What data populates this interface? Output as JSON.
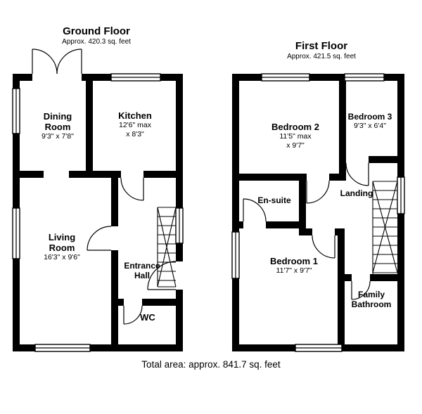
{
  "ground_floor": {
    "title": "Ground Floor",
    "area": "Approx. 420.3 sq. feet",
    "rooms": {
      "dining_room": {
        "lines": [
          "Dining",
          "Room"
        ],
        "dims": [
          "9'3\" x 7'8\""
        ]
      },
      "kitchen": {
        "lines": [
          "Kitchen"
        ],
        "dims": [
          "12'6\" max",
          "x 8'3\""
        ]
      },
      "living_room": {
        "lines": [
          "Living",
          "Room"
        ],
        "dims": [
          "16'3\" x 9'6\""
        ]
      },
      "entrance_hall": {
        "lines": [
          "Entrance",
          "Hall"
        ],
        "dims": []
      },
      "wc": {
        "lines": [
          "WC"
        ],
        "dims": []
      }
    }
  },
  "first_floor": {
    "title": "First Floor",
    "area": "Approx. 421.5 sq. feet",
    "rooms": {
      "bedroom_2": {
        "lines": [
          "Bedroom 2"
        ],
        "dims": [
          "11'5\" max",
          "x 9'7\""
        ]
      },
      "bedroom_3": {
        "lines": [
          "Bedroom 3"
        ],
        "dims": [
          "9'3\" x 6'4\""
        ]
      },
      "en_suite": {
        "lines": [
          "En-suite"
        ],
        "dims": []
      },
      "landing": {
        "lines": [
          "Landing"
        ],
        "dims": []
      },
      "bedroom_1": {
        "lines": [
          "Bedroom 1"
        ],
        "dims": [
          "11'7\" x 9'7\""
        ]
      },
      "family_bathroom": {
        "lines": [
          "Family",
          "Bathroom"
        ],
        "dims": []
      }
    }
  },
  "footer": {
    "total_area": "Total area: approx. 841.7 sq. feet"
  },
  "colors": {
    "wall": "#000000",
    "background": "#ffffff",
    "line": "#000000"
  }
}
